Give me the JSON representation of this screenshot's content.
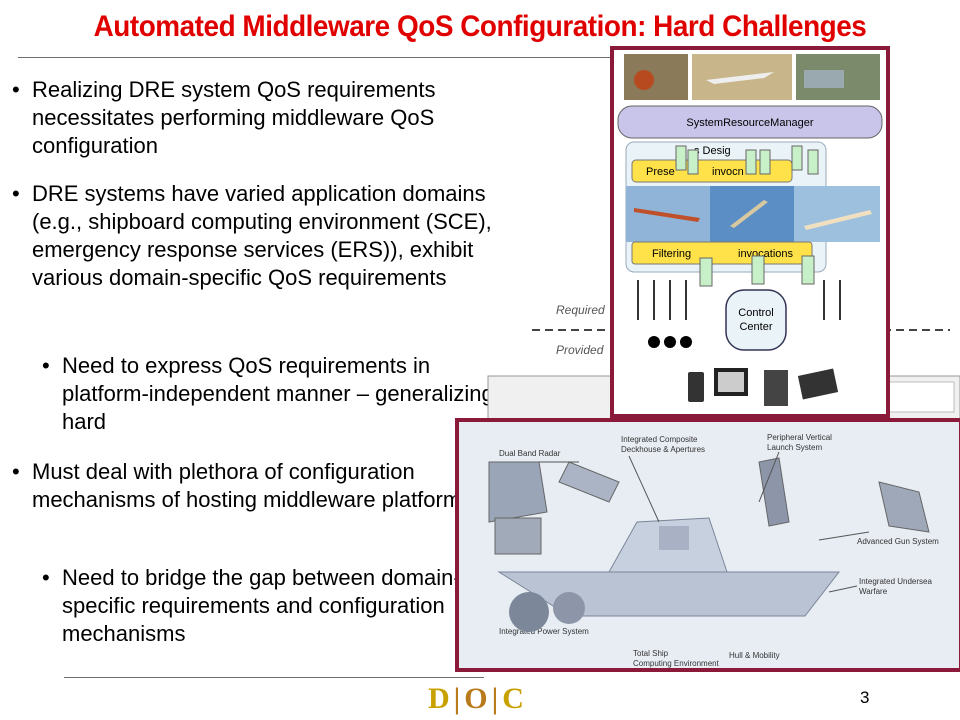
{
  "slide": {
    "title": "Automated Middleware QoS Configuration: Hard Challenges",
    "page_number": "3",
    "logo_text": "D|O|C"
  },
  "bullets": [
    {
      "level": 1,
      "text": "Realizing DRE system QoS requirements necessitates performing middleware QoS configuration"
    },
    {
      "level": 1,
      "text": "DRE systems have varied application domains (e.g., shipboard computing environment (SCE), emergency response services (ERS)), exhibit various domain-specific QoS requirements"
    },
    {
      "level": 2,
      "text": "Need to express QoS requirements in platform-independent manner – generalizing is hard"
    },
    {
      "level": 1,
      "text": "Must deal with plethora of configuration mechanisms of hosting middleware platforms"
    },
    {
      "level": 2,
      "text": "Need to bridge the gap between domain-specific requirements and configuration mechanisms"
    }
  ],
  "diagram": {
    "manager_label": "SystemResourceManager",
    "design_label": "s Desig",
    "preset_label": "Prese",
    "invocn_label": "invocn",
    "filtering_label": "Filtering",
    "invocations_label": "invocations",
    "required_label": "Required",
    "provided_label": "Provided",
    "control_label": "Control",
    "center_label": "Center"
  },
  "ship": {
    "dual_band_radar": "Dual Band Radar",
    "deckhouse": "Integrated Composite",
    "deckhouse2": "Deckhouse & Apertures",
    "launch": "Peripheral Vertical",
    "launch2": "Launch System",
    "gun": "Advanced Gun System",
    "undersea": "Integrated Undersea",
    "undersea2": "Warfare",
    "power": "Integrated Power System",
    "hull": "Hull & Mobility",
    "total_ship": "Total Ship",
    "computing": "Computing Environment"
  },
  "colors": {
    "title": "#e00000",
    "frame": "#8b1a3a",
    "bg_diagram_yellow": "#ffe14a"
  }
}
